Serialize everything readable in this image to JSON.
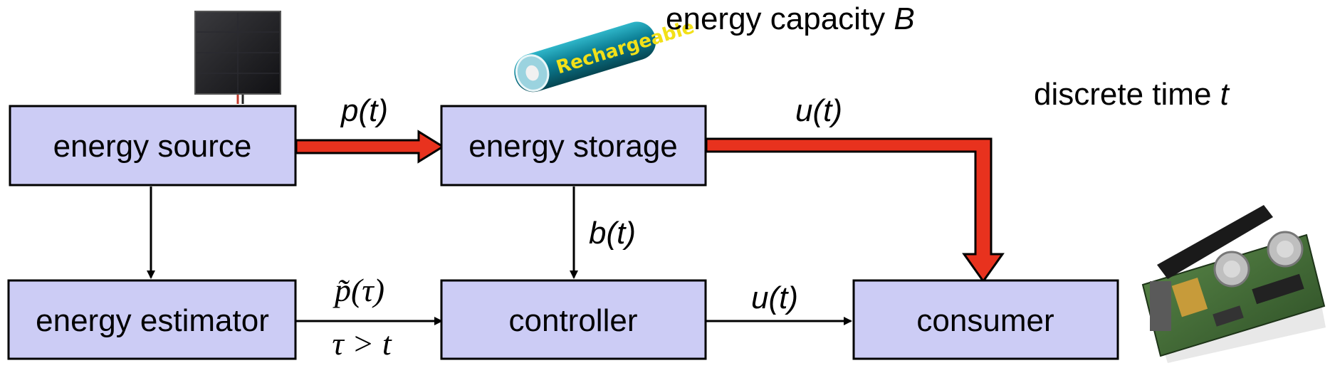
{
  "boxes": {
    "energy_source": "energy source",
    "energy_storage": "energy storage",
    "energy_estimator": "energy estimator",
    "controller": "controller",
    "consumer": "consumer"
  },
  "edges": {
    "source_to_storage": "p(t)",
    "storage_to_consumer": "u(t)",
    "storage_to_controller": "b(t)",
    "controller_to_consumer": "u(t)",
    "estimator_to_controller_top": "p̃(τ)",
    "estimator_to_controller_bottom": "τ > t"
  },
  "annotations": {
    "capacity_prefix": "energy capacity ",
    "capacity_var": "B",
    "time_prefix": "discrete time ",
    "time_var": "t",
    "battery_text": "Rechargeable"
  },
  "colors": {
    "box_fill": "#ccccf5",
    "power_flow": "#e8321e",
    "line": "#000000"
  },
  "images": {
    "solar_panel": "solar-panel-photo",
    "battery": "rechargeable-battery-photo",
    "sensor_node": "sensor-node-board-photo"
  }
}
